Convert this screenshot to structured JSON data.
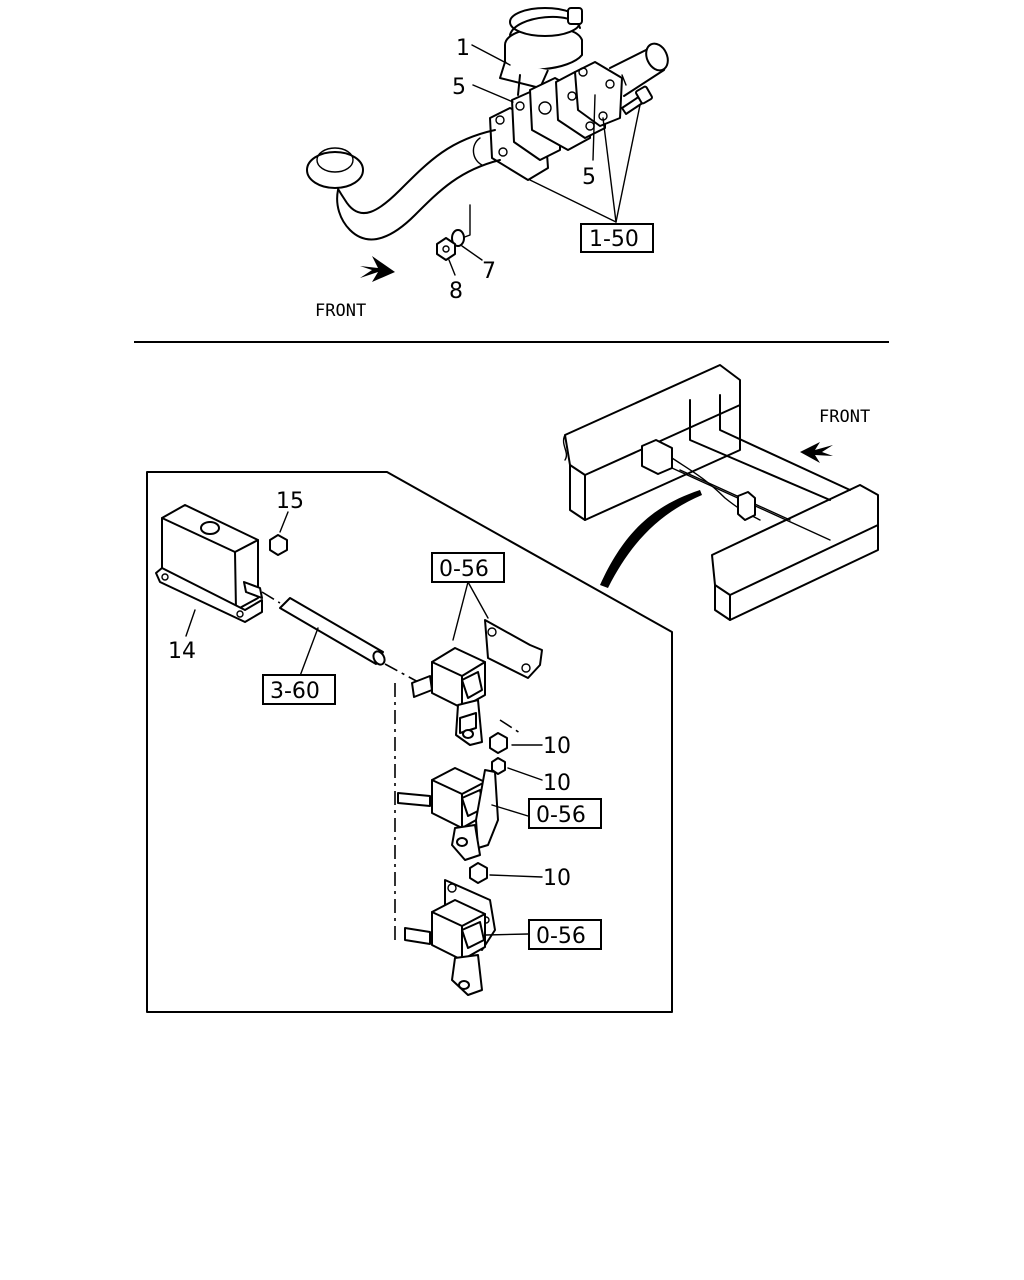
{
  "top_view": {
    "callouts": {
      "item_1": "1",
      "item_5_upper": "5",
      "item_5_lower": "5",
      "item_7": "7",
      "item_8": "8",
      "ref_1_50": "1-50"
    },
    "front_label": "FRONT"
  },
  "chassis_view": {
    "front_label": "FRONT"
  },
  "detail_view": {
    "callouts": {
      "item_15": "15",
      "item_14": "14",
      "ref_3_60": "3-60",
      "ref_0_56_top": "0-56",
      "ref_0_56_mid": "0-56",
      "ref_0_56_bottom": "0-56",
      "item_10_a": "10",
      "item_10_b": "10",
      "item_10_c": "10"
    }
  }
}
